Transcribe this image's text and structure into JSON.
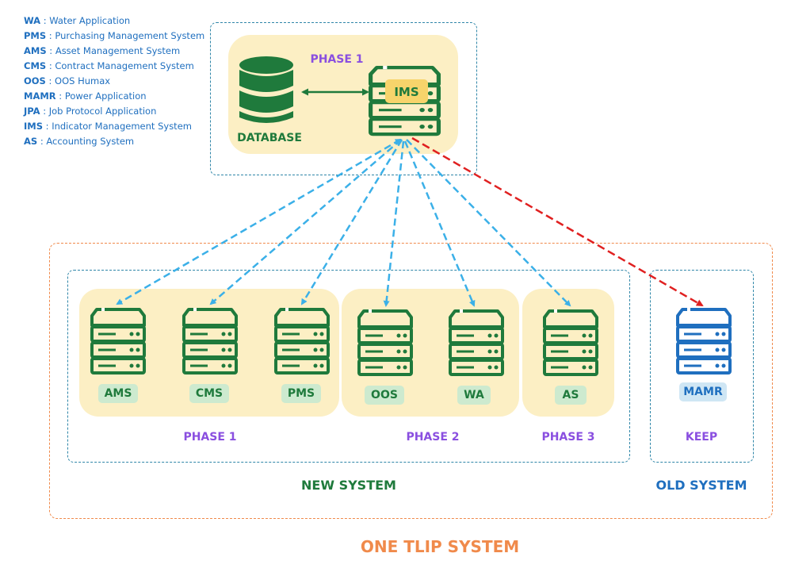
{
  "legend": [
    {
      "abbr": "WA",
      "text": " : Water Application"
    },
    {
      "abbr": "PMS",
      "text": " : Purchasing Management System"
    },
    {
      "abbr": "AMS",
      "text": " : Asset Management System"
    },
    {
      "abbr": "CMS",
      "text": " : Contract Management System"
    },
    {
      "abbr": "OOS",
      "text": " : OOS Humax"
    },
    {
      "abbr": "MAMR",
      "text": " : Power Application"
    },
    {
      "abbr": "JPA",
      "text": " : Job Protocol Application"
    },
    {
      "abbr": "IMS",
      "text": " : Indicator Management System"
    },
    {
      "abbr": "AS",
      "text": " : Accounting System"
    }
  ],
  "top": {
    "phase": "PHASE 1",
    "database_label": "DATABASE",
    "ims_label": "IMS"
  },
  "servers": {
    "ams": "AMS",
    "cms": "CMS",
    "pms": "PMS",
    "oos": "OOS",
    "wa": "WA",
    "as": "AS",
    "mamr": "MAMR"
  },
  "phases": {
    "phase1": "PHASE 1",
    "phase2": "PHASE 2",
    "phase3": "PHASE 3",
    "keep": "KEEP"
  },
  "systems": {
    "new": "NEW SYSTEM",
    "old": "OLD SYSTEM",
    "overall": "ONE TLIP SYSTEM"
  },
  "colors": {
    "green": "#1f7a3c",
    "blue": "#1f6fbf",
    "purple": "#8a4fe0",
    "orange": "#f08a4b",
    "yellow_bg": "#fcefc4",
    "arrow_blue": "#3bb0e8",
    "arrow_red": "#e02020"
  }
}
